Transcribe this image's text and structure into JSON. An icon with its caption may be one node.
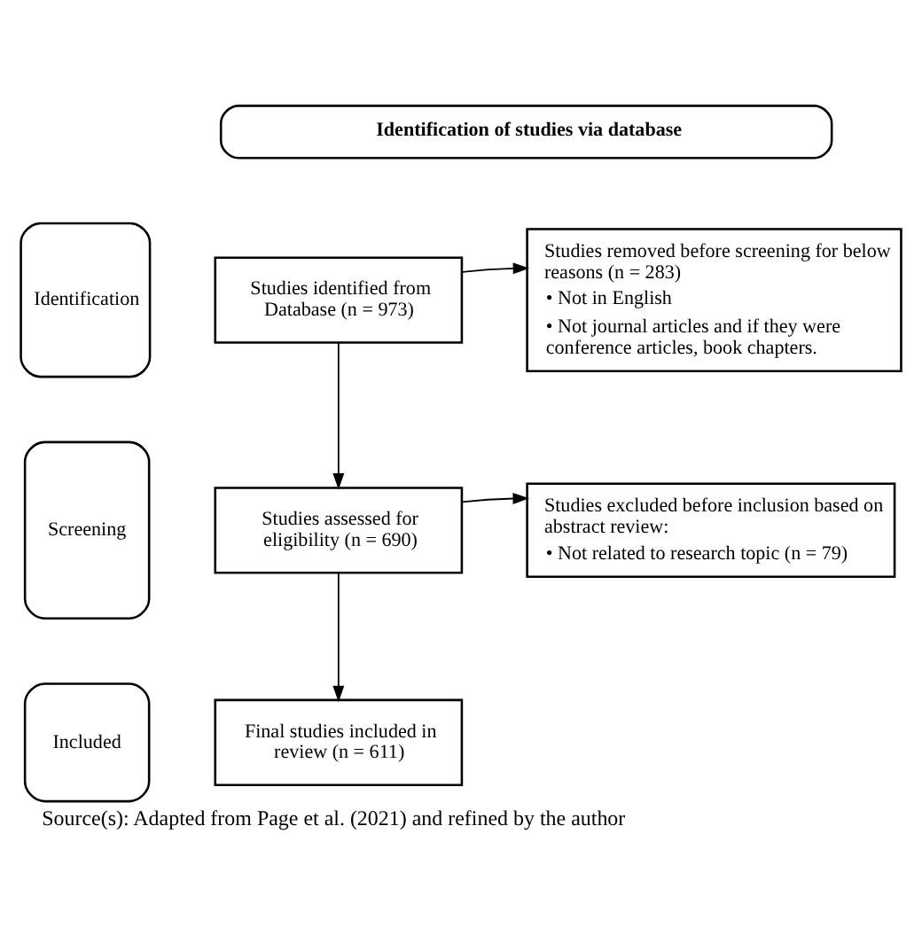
{
  "diagram": {
    "caption": "Source(s): Adapted from Page et al. (2021) and refined by the author",
    "nodes": [
      {
        "text": [
          "Identification of studies via database"
        ]
      },
      {
        "text": [
          "Identification"
        ]
      },
      {
        "text": [
          "Studies identified from Database (n = 973)"
        ]
      },
      {
        "text": [
          "Studies removed before screening for below reasons (n = 283)",
          "• Not in English",
          "• Not journal articles and if they were conference articles, book chapters."
        ]
      },
      {
        "text": [
          "Screening"
        ]
      },
      {
        "text": [
          "Studies assessed for eligibility (n = 690)"
        ]
      },
      {
        "text": [
          "Studies excluded before inclusion based on abstract review:",
          "• Not related to research topic (n = 79)"
        ]
      },
      {
        "text": [
          "Included"
        ]
      },
      {
        "text": [
          "Final studies included in review (n = 611)"
        ]
      }
    ],
    "edges": [
      {
        "from": 2,
        "to": 3,
        "arrow": "to"
      },
      {
        "from": 2,
        "to": 5,
        "arrow": "to"
      },
      {
        "from": 5,
        "to": 6,
        "arrow": "to"
      },
      {
        "from": 5,
        "to": 8,
        "arrow": "to"
      }
    ]
  }
}
